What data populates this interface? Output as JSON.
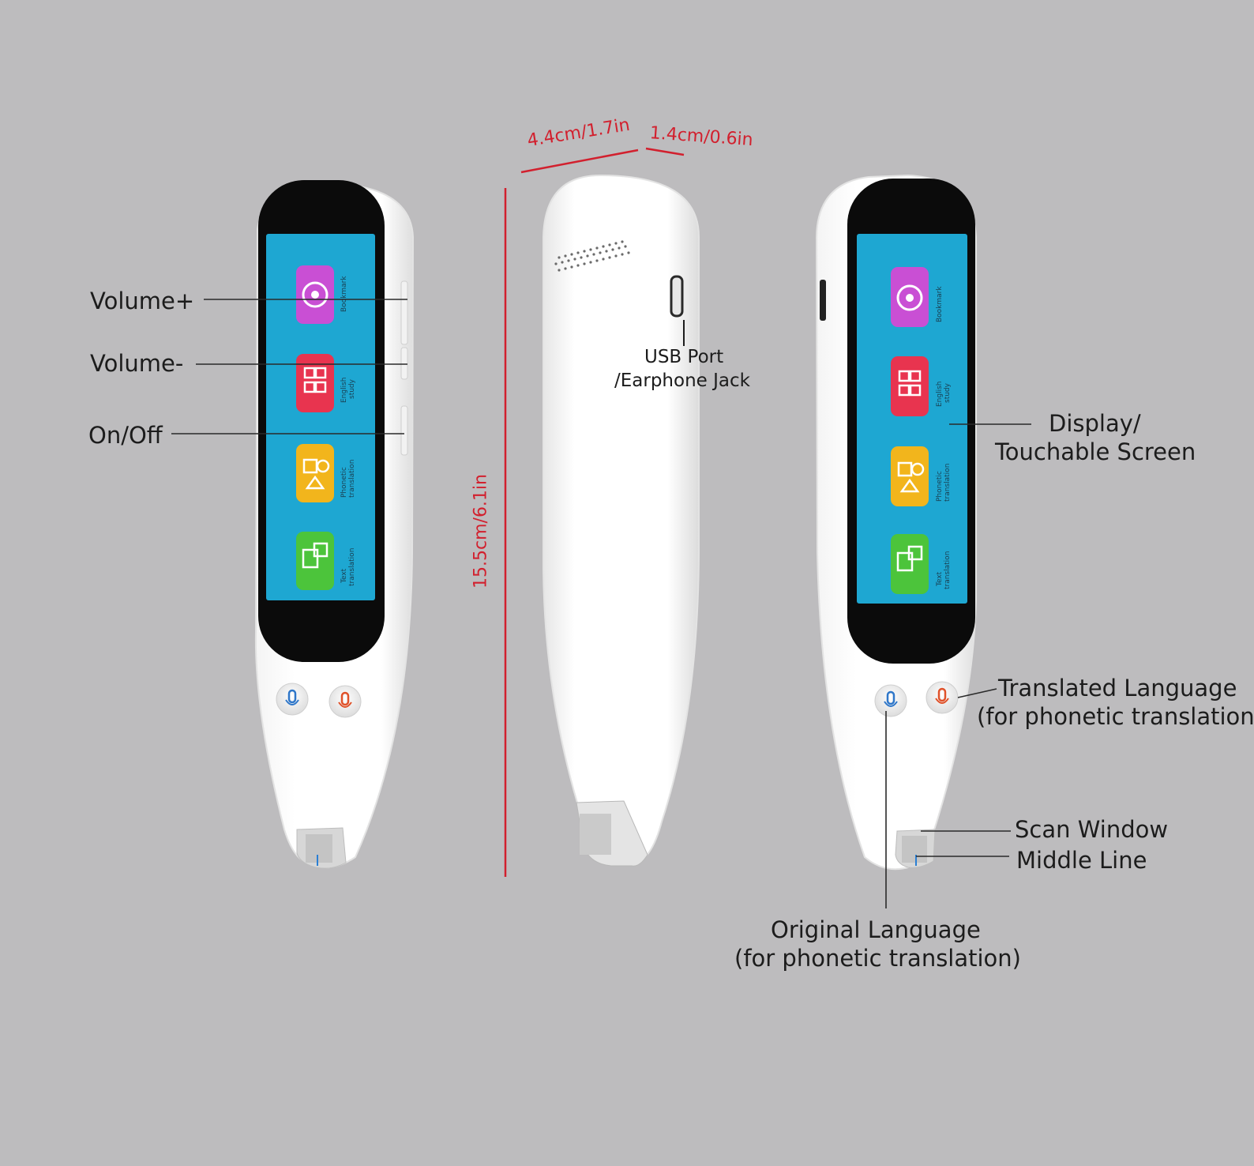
{
  "diagram": {
    "left_labels": {
      "volume_up": "Volume+",
      "volume_down": "Volume-",
      "power": "On/Off"
    },
    "dimensions": {
      "width": "4.4cm/1.7in",
      "thickness": "1.4cm/0.6in",
      "height": "15.5cm/6.1in"
    },
    "usb": {
      "line1": "USB Port",
      "line2": "/Earphone Jack"
    },
    "right_labels": {
      "display_line1": "Display/",
      "display_line2": "Touchable Screen",
      "translated_line1": "Translated Language",
      "translated_line2": "(for phonetic translation)",
      "scan_window": "Scan Window",
      "middle_line": "Middle Line",
      "original_line1": "Original Language",
      "original_line2": "(for phonetic translation)"
    },
    "screen_apps": [
      {
        "label": "Bookmark",
        "color": "#c94fd4",
        "icon": "bookmark-icon"
      },
      {
        "label": "English study",
        "color": "#e8344f",
        "icon": "english-study-icon"
      },
      {
        "label": "Phonetic translation",
        "color": "#f2b51c",
        "icon": "phonetic-translation-icon"
      },
      {
        "label": "Text translation",
        "color": "#4cc43b",
        "icon": "text-translation-icon"
      }
    ],
    "colors": {
      "background": "#bdbcbe",
      "dimension": "#d2202e",
      "screen": "#1ea7d2",
      "body": "#ffffff"
    }
  }
}
